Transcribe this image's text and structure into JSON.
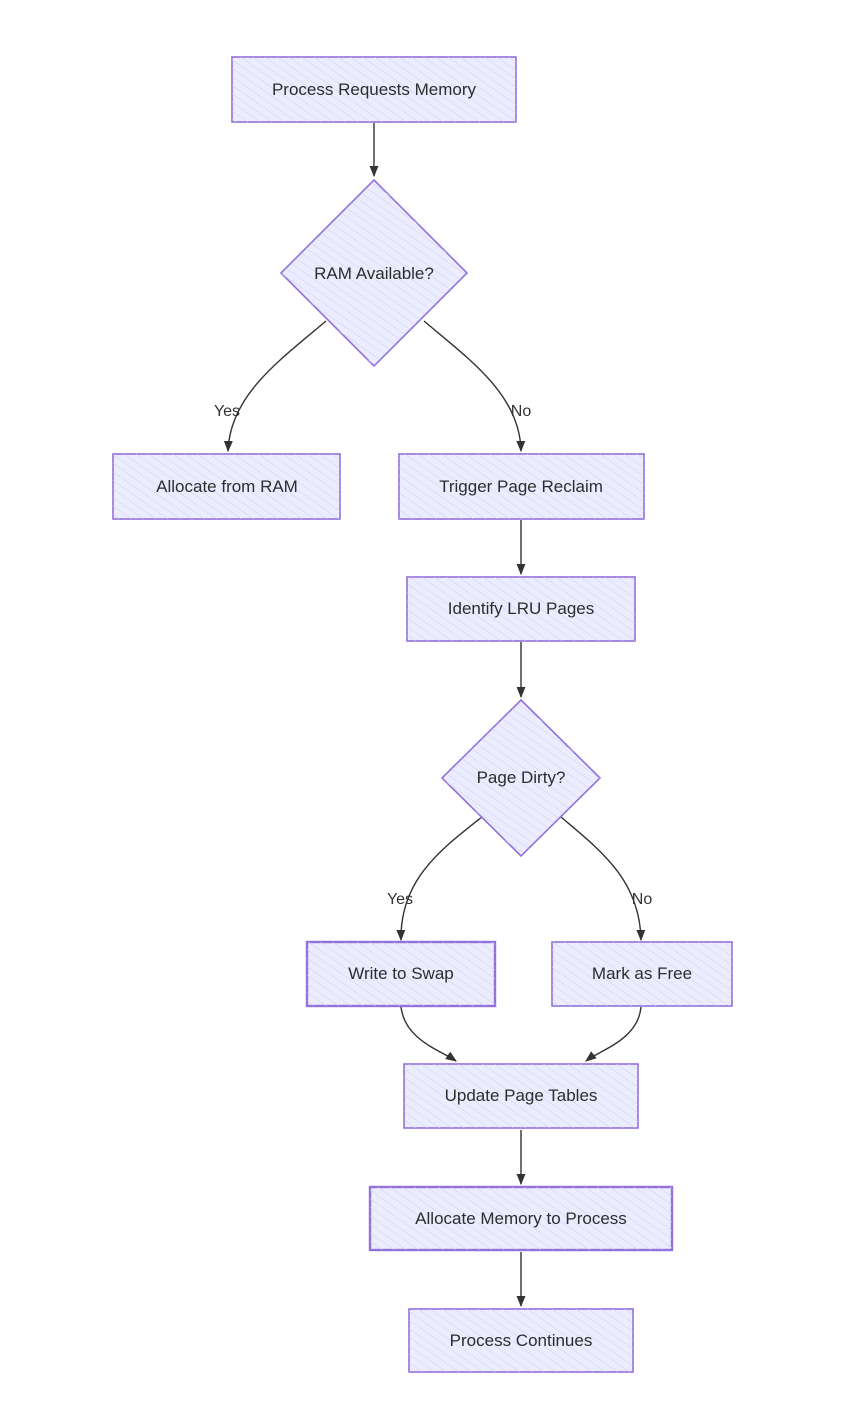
{
  "colors": {
    "node_fill": "#ececff",
    "node_stroke": "#9370db",
    "edge": "#333333",
    "text": "#2d2d2d"
  },
  "nodes": {
    "process_requests": "Process Requests Memory",
    "ram_available": "RAM Available?",
    "allocate_from_ram": "Allocate from RAM",
    "trigger_reclaim": "Trigger Page Reclaim",
    "identify_lru": "Identify LRU Pages",
    "page_dirty": "Page Dirty?",
    "write_swap": "Write to Swap",
    "mark_free": "Mark as Free",
    "update_tables": "Update Page Tables",
    "allocate_process": "Allocate Memory to Process",
    "process_continues": "Process Continues"
  },
  "edges": {
    "ram_yes": "Yes",
    "ram_no": "No",
    "dirty_yes": "Yes",
    "dirty_no": "No"
  }
}
